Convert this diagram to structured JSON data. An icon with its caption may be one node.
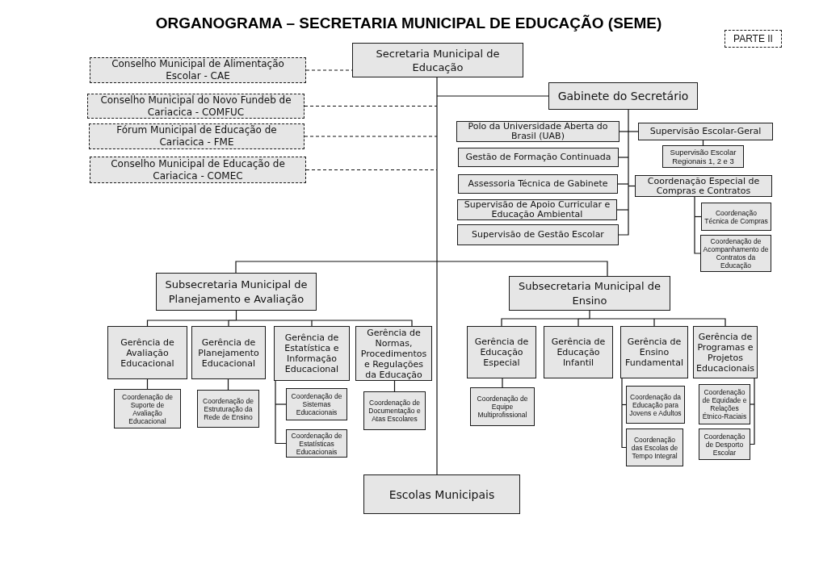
{
  "diagram": {
    "title": "ORGANOGRAMA – SECRETARIA MUNICIPAL DE EDUCAÇÃO (SEME)",
    "nodes": [
      {
        "text": [
          "PARTE II"
        ]
      },
      {
        "text": [
          "Secretaria Municipal de Educação"
        ]
      },
      {
        "text": [
          "Conselho Municipal de Alimentação Escolar - CAE"
        ]
      },
      {
        "text": [
          "Conselho Municipal do Novo Fundeb de Cariacica - COMFUC"
        ]
      },
      {
        "text": [
          "Fórum Municipal de Educação de Cariacica - FME"
        ]
      },
      {
        "text": [
          "Conselho Municipal de Educação de Cariacica - COMEC"
        ]
      },
      {
        "text": [
          "Gabinete do Secretário"
        ]
      },
      {
        "text": [
          "Polo da Universidade Aberta do Brasil (UAB)"
        ]
      },
      {
        "text": [
          "Gestão de Formação Continuada"
        ]
      },
      {
        "text": [
          "Assessoria Técnica de Gabinete"
        ]
      },
      {
        "text": [
          "Supervisão de Apoio Curricular e Educação Ambiental"
        ]
      },
      {
        "text": [
          "Supervisão de Gestão Escolar"
        ]
      },
      {
        "text": [
          "Supervisão Escolar-Geral"
        ]
      },
      {
        "text": [
          "Supervisão Escolar Regionais 1, 2 e 3"
        ]
      },
      {
        "text": [
          "Coordenação Especial de Compras e Contratos"
        ]
      },
      {
        "text": [
          "Coordenação Técnica de Compras"
        ]
      },
      {
        "text": [
          "Coordenação de Acompanhamento de Contratos da Educação"
        ]
      },
      {
        "text": [
          "Subsecretaria Municipal de Planejamento e Avaliação"
        ]
      },
      {
        "text": [
          "Gerência de Avaliação Educacional"
        ]
      },
      {
        "text": [
          "Gerência de Planejamento Educacional"
        ]
      },
      {
        "text": [
          "Gerência de Estatística e Informação Educacional"
        ]
      },
      {
        "text": [
          "Gerência de Normas, Procedimentos e Regulações da Educação"
        ]
      },
      {
        "text": [
          "Coordenação de Suporte de Avaliação Educacional"
        ]
      },
      {
        "text": [
          "Coordenação de Estruturação da Rede de Ensino"
        ]
      },
      {
        "text": [
          "Coordenação de Sistemas Educacionais"
        ]
      },
      {
        "text": [
          "Coordenação de Estatísticas Educacionais"
        ]
      },
      {
        "text": [
          "Coordenação de Documentação e Atas Escolares"
        ]
      },
      {
        "text": [
          "Subsecretaria Municipal de Ensino"
        ]
      },
      {
        "text": [
          "Gerência de Educação Especial"
        ]
      },
      {
        "text": [
          "Gerência de Educação Infantil"
        ]
      },
      {
        "text": [
          "Gerência de Ensino Fundamental"
        ]
      },
      {
        "text": [
          "Gerência de Programas e Projetos Educacionais"
        ]
      },
      {
        "text": [
          "Coordenação de Equipe Multiprofissional"
        ]
      },
      {
        "text": [
          "Coordenação da Educação para Jovens e Adultos"
        ]
      },
      {
        "text": [
          "Coordenação das Escolas de Tempo Integral"
        ]
      },
      {
        "text": [
          "Coordenação de Equidade e Relações Étnico-Raciais"
        ]
      },
      {
        "text": [
          "Coordenação de Desporto Escolar"
        ]
      },
      {
        "text": [
          "Escolas Municipais"
        ]
      }
    ],
    "edges": [
      {
        "from": 2,
        "to": 1,
        "arrow": "none",
        "style": "dashed"
      },
      {
        "from": 3,
        "to": 1,
        "arrow": "none",
        "style": "dashed"
      },
      {
        "from": 4,
        "to": 1,
        "arrow": "none",
        "style": "dashed"
      },
      {
        "from": 5,
        "to": 1,
        "arrow": "none",
        "style": "dashed"
      },
      {
        "from": 1,
        "to": 6,
        "arrow": "none"
      },
      {
        "from": 6,
        "to": 7,
        "arrow": "none"
      },
      {
        "from": 6,
        "to": 8,
        "arrow": "none"
      },
      {
        "from": 6,
        "to": 9,
        "arrow": "none"
      },
      {
        "from": 6,
        "to": 10,
        "arrow": "none"
      },
      {
        "from": 6,
        "to": 11,
        "arrow": "none"
      },
      {
        "from": 6,
        "to": 12,
        "arrow": "none"
      },
      {
        "from": 6,
        "to": 14,
        "arrow": "none"
      },
      {
        "from": 12,
        "to": 13,
        "arrow": "none"
      },
      {
        "from": 14,
        "to": 15,
        "arrow": "none"
      },
      {
        "from": 14,
        "to": 16,
        "arrow": "none"
      },
      {
        "from": 1,
        "to": 17,
        "arrow": "none"
      },
      {
        "from": 1,
        "to": 27,
        "arrow": "none"
      },
      {
        "from": 1,
        "to": 37,
        "arrow": "none"
      },
      {
        "from": 17,
        "to": 18,
        "arrow": "none"
      },
      {
        "from": 17,
        "to": 19,
        "arrow": "none"
      },
      {
        "from": 17,
        "to": 20,
        "arrow": "none"
      },
      {
        "from": 17,
        "to": 21,
        "arrow": "none"
      },
      {
        "from": 18,
        "to": 22,
        "arrow": "none"
      },
      {
        "from": 19,
        "to": 23,
        "arrow": "none"
      },
      {
        "from": 20,
        "to": 24,
        "arrow": "none"
      },
      {
        "from": 20,
        "to": 25,
        "arrow": "none"
      },
      {
        "from": 21,
        "to": 26,
        "arrow": "none"
      },
      {
        "from": 27,
        "to": 28,
        "arrow": "none"
      },
      {
        "from": 27,
        "to": 29,
        "arrow": "none"
      },
      {
        "from": 27,
        "to": 30,
        "arrow": "none"
      },
      {
        "from": 27,
        "to": 31,
        "arrow": "none"
      },
      {
        "from": 28,
        "to": 32,
        "arrow": "none"
      },
      {
        "from": 30,
        "to": 33,
        "arrow": "none"
      },
      {
        "from": 30,
        "to": 34,
        "arrow": "none"
      },
      {
        "from": 31,
        "to": 35,
        "arrow": "none"
      },
      {
        "from": 31,
        "to": 36,
        "arrow": "none"
      }
    ]
  }
}
